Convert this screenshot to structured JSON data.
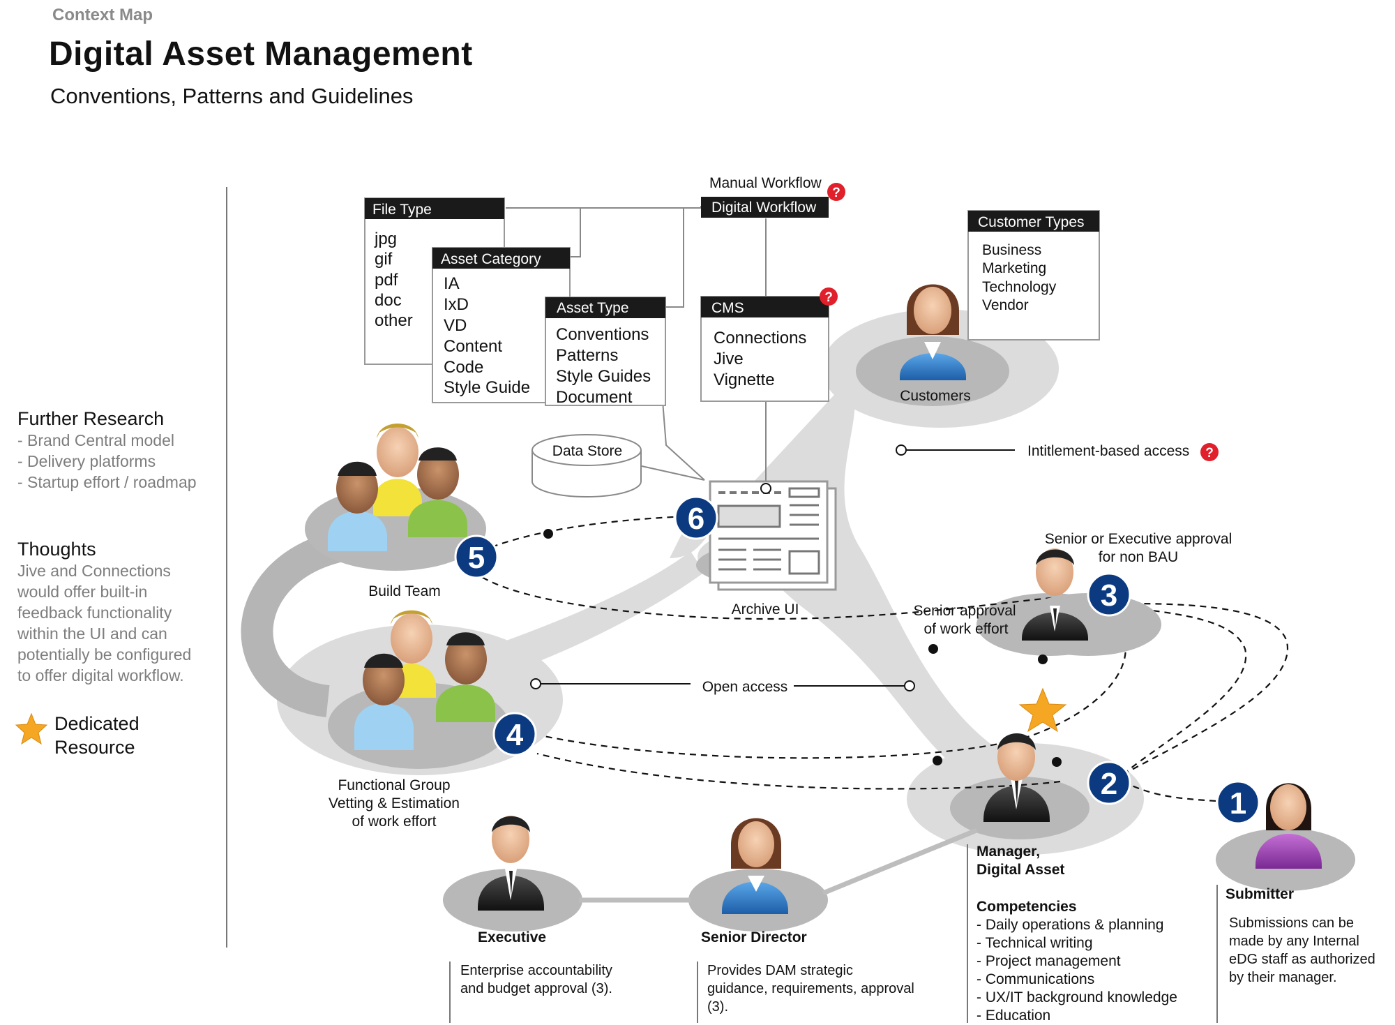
{
  "header": {
    "kicker": "Context Map",
    "title": "Digital Asset Management",
    "subtitle": "Conventions, Patterns and Guidelines"
  },
  "sidebar": {
    "further_research": {
      "heading": "Further Research",
      "items": [
        "- Brand Central model",
        "- Delivery platforms",
        "- Startup effort / roadmap"
      ]
    },
    "thoughts": {
      "heading": "Thoughts",
      "lines": [
        "Jive and Connections",
        "would offer built-in",
        "feedback functionality",
        "within the UI and can",
        "potentially be configured",
        "to offer digital workflow."
      ]
    },
    "legend": {
      "label_line1": "Dedicated",
      "label_line2": "Resource"
    }
  },
  "boxes": {
    "file_type": {
      "title": "File Type",
      "items": [
        "jpg",
        "gif",
        "pdf",
        "doc",
        "other"
      ]
    },
    "asset_category": {
      "title": "Asset Category",
      "items": [
        "IA",
        "IxD",
        "VD",
        "Content",
        "Code",
        "Style Guide"
      ]
    },
    "asset_type": {
      "title": "Asset Type",
      "items": [
        "Conventions",
        "Patterns",
        "Style Guides",
        "Document"
      ]
    },
    "workflow": {
      "manual": "Manual Workflow",
      "digital": "Digital Workflow"
    },
    "cms": {
      "title": "CMS",
      "items": [
        "Connections",
        "Jive",
        "Vignette"
      ]
    },
    "customer_types": {
      "title": "Customer Types",
      "items": [
        "Business",
        "Marketing",
        "Technology",
        "Vendor"
      ]
    }
  },
  "labels": {
    "data_store": "Data Store",
    "archive_ui": "Archive UI",
    "customers": "Customers",
    "build_team": "Build Team",
    "functional_group": [
      "Functional Group",
      "Vetting & Estimation",
      "of work effort"
    ],
    "entitlement_access": "Intitlement-based access",
    "open_access": "Open access",
    "senior_exec_approval": [
      "Senior or Executive approval",
      "for non BAU"
    ],
    "senior_approval": [
      "Senior approval",
      "of work effort"
    ],
    "question_mark": "?"
  },
  "steps": [
    "1",
    "2",
    "3",
    "4",
    "5",
    "6"
  ],
  "roles": {
    "executive": {
      "name": "Executive",
      "desc": [
        "Enterprise accountability",
        "and budget approval (3)."
      ]
    },
    "senior_director": {
      "name": "Senior Director",
      "desc": [
        "Provides DAM strategic",
        "guidance, requirements, approval",
        "(3)."
      ]
    },
    "manager": {
      "name": [
        "Manager,",
        "Digital Asset"
      ],
      "competencies_heading": "Competencies",
      "competencies": [
        "- Daily operations & planning",
        "- Technical writing",
        "- Project management",
        "- Communications",
        "- UX/IT background knowledge",
        "- Education"
      ]
    },
    "submitter": {
      "name": "Submitter",
      "desc": [
        "Submissions can be",
        "made by any Internal",
        "eDG staff as authorized",
        "by their manager."
      ]
    }
  },
  "colors": {
    "step_badge": "#0b3a80",
    "question_badge": "#e0202a",
    "star": "#f5a623",
    "band_light": "#dcdcdc",
    "band_dark": "#b5b5b5",
    "box_header": "#1a1a1a"
  }
}
